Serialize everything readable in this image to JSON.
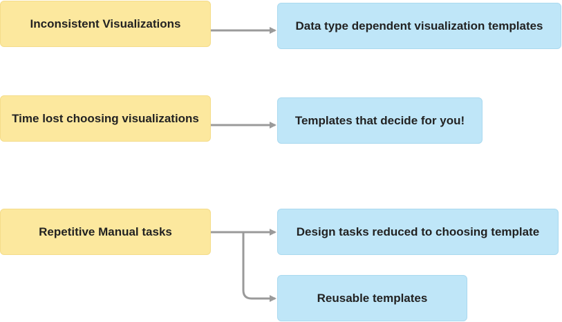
{
  "problems": [
    {
      "label": "Inconsistent Visualizations"
    },
    {
      "label": "Time lost choosing visualizations"
    },
    {
      "label": "Repetitive Manual tasks"
    }
  ],
  "solutions": [
    {
      "label": "Data type dependent visualization templates"
    },
    {
      "label": "Templates that decide for you!"
    },
    {
      "label": "Design tasks reduced to choosing template"
    },
    {
      "label": "Reusable templates"
    }
  ],
  "colors": {
    "problem_fill": "#fce89e",
    "solution_fill": "#bfe6f8",
    "arrow": "#9a9a9a"
  }
}
